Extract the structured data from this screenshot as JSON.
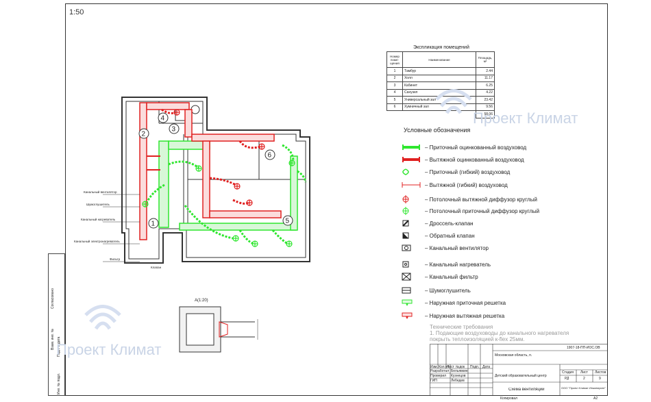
{
  "drawing": {
    "scale": "1:50",
    "section_label": "А(1:20)",
    "watermark": "Проект Климат"
  },
  "rooms_table": {
    "title": "Экспликация помещений",
    "headers": [
      "Номер поме-щения",
      "Наименование",
      "Площадь, м²"
    ],
    "rows": [
      [
        "1",
        "Тамбур",
        "2.44"
      ],
      [
        "2",
        "Холл",
        "11.17"
      ],
      [
        "3",
        "Кабинет",
        "6.25"
      ],
      [
        "4",
        "Санузел",
        "4.22"
      ],
      [
        "5",
        "Универсальный зал",
        "23.42"
      ],
      [
        "6",
        "Хумничный зал",
        "9.56"
      ]
    ],
    "total": "58.06"
  },
  "legend": {
    "title": "Условные обозначения",
    "items": [
      {
        "symbol": "supply-duct",
        "label": "– Приточный оцинкованный воздуховод"
      },
      {
        "symbol": "exhaust-duct",
        "label": "– Вытяжной оцинкованный воздуховод"
      },
      {
        "symbol": "supply-flex",
        "label": "– Приточный (гибкий) воздуховод"
      },
      {
        "symbol": "exhaust-flex",
        "label": "– Вытяжной (гибкий) воздуховод"
      },
      {
        "symbol": "exhaust-diffuser",
        "label": "– Потолочный вытяжной  диффузор круглый"
      },
      {
        "symbol": "supply-diffuser",
        "label": "– Потолочный приточный  диффузор круглый"
      },
      {
        "symbol": "damper",
        "label": "– Дроссель-клапан"
      },
      {
        "symbol": "check-valve",
        "label": "– Обратный клапан"
      },
      {
        "symbol": "fan",
        "label": "– Канальный вентилятор"
      },
      {
        "symbol": "heater",
        "label": "– Канальный нагреватель"
      },
      {
        "symbol": "filter",
        "label": "– Канальный фильтр"
      },
      {
        "symbol": "silencer",
        "label": "– Шумоглушитель"
      },
      {
        "symbol": "supply-grille",
        "label": "– Наружная приточная решетка"
      },
      {
        "symbol": "exhaust-grille",
        "label": "– Наружная вытяжная решетка"
      }
    ]
  },
  "tech_requirements": {
    "title": "Технические требования",
    "text": "1. Подающие воздуховоды до канального нагревателя покрыть теплоизоляцией к-flex 25мм."
  },
  "stamp": {
    "code": "1907-18-ПП-ИОС.ОВ",
    "location": "Московская область, п.",
    "object": "Детский образовательный центр",
    "sheet_title": "Схема вентиляции",
    "company": "ООО \"Проект Климат Инжиниринг\"",
    "stage_hdr": "Стадия",
    "sheet_hdr": "Лист",
    "sheets_hdr": "Листов",
    "stage": "РД",
    "sheet": "2",
    "sheets": "9",
    "row_headers": [
      "Изм.",
      "Кол.уч",
      "Лист",
      "№док",
      "Подп.",
      "Дата"
    ],
    "people": [
      {
        "role": "Разработал",
        "name": "Бельявкин"
      },
      {
        "role": "Проверил",
        "name": "Кузнецов"
      },
      {
        "role": "ГИП",
        "name": "Лебедев"
      }
    ],
    "copy_label": "Копировал",
    "format_label": "А2"
  },
  "side_strip": [
    "Согласовано",
    "Взам. инв. №",
    "Подп. и дата",
    "Инв. № подл."
  ],
  "plan_labels": {
    "room_numbers": [
      "1",
      "2",
      "3",
      "4",
      "5",
      "6"
    ],
    "equipment": [
      "Канальный вентилятор",
      "Шумоглушитель",
      "Канальный нагреватель",
      "Канальный электронагреватель",
      "Фильтр",
      "Клапан"
    ]
  },
  "colors": {
    "supply": "#2ee62e",
    "exhaust": "#e02020",
    "wall": "#333333",
    "watermark": "#c9d4e6"
  }
}
